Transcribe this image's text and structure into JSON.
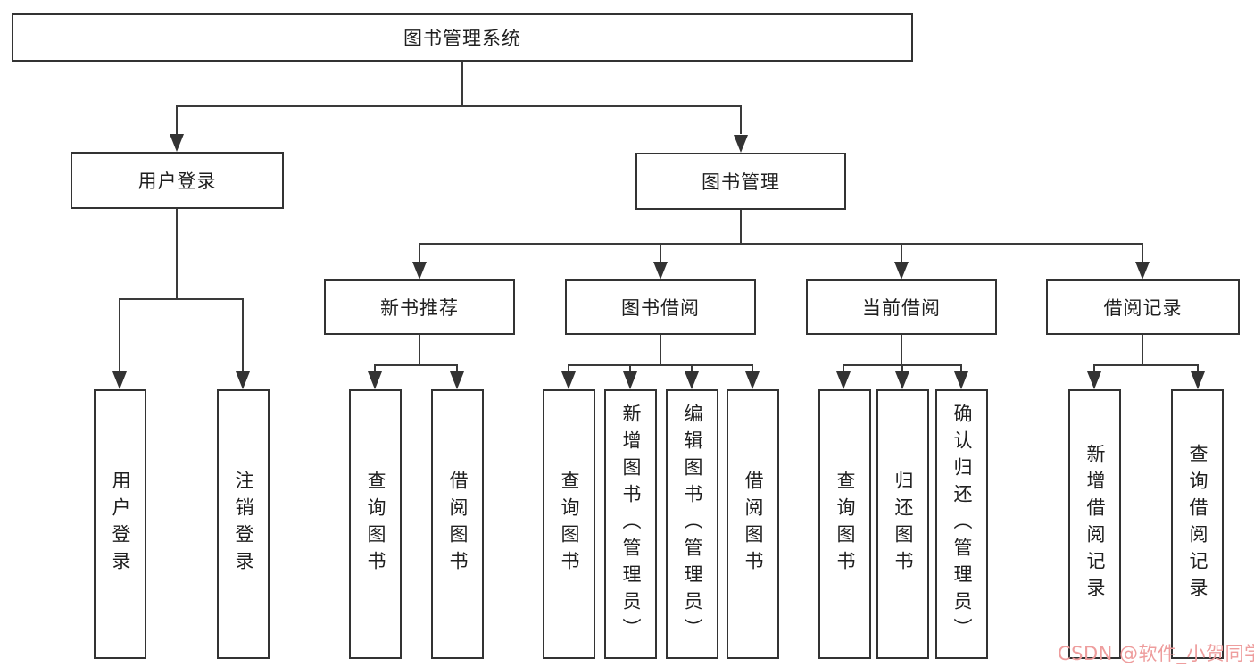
{
  "diagram": {
    "root": {
      "label": "图书管理系统"
    },
    "branches": [
      {
        "label": "用户登录",
        "children": [
          "用户登录",
          "注销登录"
        ]
      },
      {
        "label": "图书管理",
        "children": [
          {
            "label": "新书推荐",
            "children": [
              "查询图书",
              "借阅图书"
            ]
          },
          {
            "label": "图书借阅",
            "children": [
              "查询图书",
              "新增图书（管理员）",
              "编辑图书（管理员）",
              "借阅图书"
            ]
          },
          {
            "label": "当前借阅",
            "children": [
              "查询图书",
              "归还图书",
              "确认归还（管理员）"
            ]
          },
          {
            "label": "借阅记录",
            "children": [
              "新增借阅记录",
              "查询借阅记录"
            ]
          }
        ]
      }
    ]
  },
  "watermark": {
    "text": "CSDN @软件_小贺同学",
    "color": "#ee9d9d"
  },
  "colors": {
    "box_border": "#333333",
    "connector": "#3a3a3a",
    "text": "#1f1f1f",
    "background": "#ffffff"
  }
}
